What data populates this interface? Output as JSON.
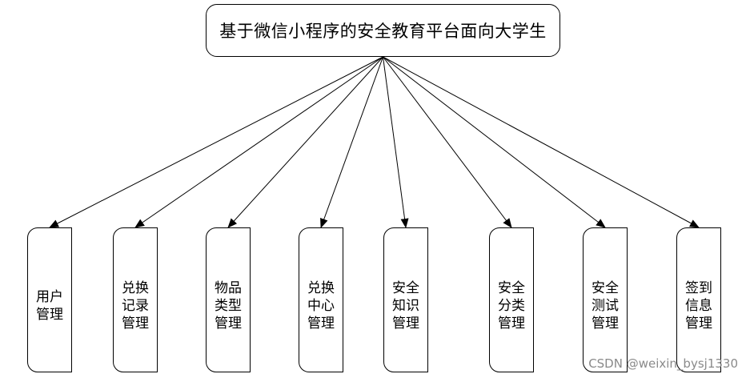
{
  "diagram": {
    "root": {
      "label": "基于微信小程序的安全教育平台面向大学生"
    },
    "children": [
      {
        "label": "用户管理"
      },
      {
        "label": "兑换记录管理"
      },
      {
        "label": "物品类型管理"
      },
      {
        "label": "兑换中心管理"
      },
      {
        "label": "安全知识管理"
      },
      {
        "label": "安全分类管理"
      },
      {
        "label": "安全测试管理"
      },
      {
        "label": "签到信息管理"
      }
    ]
  },
  "watermark": "CSDN @weixin_bysj1330"
}
